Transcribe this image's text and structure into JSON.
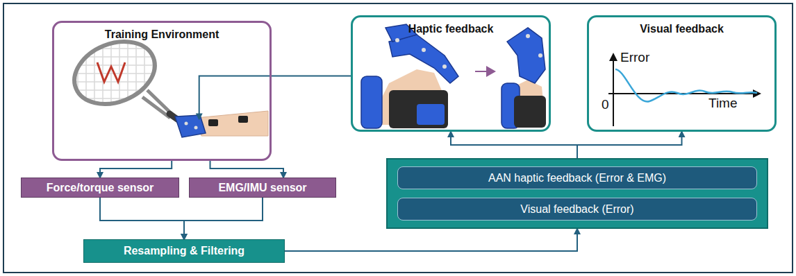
{
  "diagram": {
    "nodes": [
      {
        "text": [
          "Training Environment"
        ]
      },
      {
        "text": [
          "Haptic feedback"
        ]
      },
      {
        "text": [
          "Visual feedback"
        ]
      },
      {
        "text": [
          "Force/torque sensor"
        ]
      },
      {
        "text": [
          "EMG/IMU sensor"
        ]
      },
      {
        "text": []
      },
      {
        "text": [
          "AAN haptic feedback (Error & EMG)"
        ],
        "in": 5
      },
      {
        "text": [
          "Visual feedback (Error)"
        ],
        "in": 5
      },
      {
        "text": [
          "Resampling & Filtering"
        ]
      }
    ],
    "edges": [
      {
        "from": 0,
        "to": 3,
        "arrow": "to"
      },
      {
        "from": 0,
        "to": 4,
        "arrow": "to"
      },
      {
        "from": 3,
        "to": 8,
        "arrow": "to"
      },
      {
        "from": 4,
        "to": 8,
        "arrow": "to"
      },
      {
        "from": 8,
        "to": 5,
        "arrow": "to"
      },
      {
        "from": 5,
        "to": 1,
        "arrow": "to"
      },
      {
        "from": 5,
        "to": 2,
        "arrow": "to"
      },
      {
        "from": 1,
        "to": 0,
        "arrow": "to"
      }
    ],
    "labels": [
      "Error",
      "0",
      "Time"
    ]
  }
}
